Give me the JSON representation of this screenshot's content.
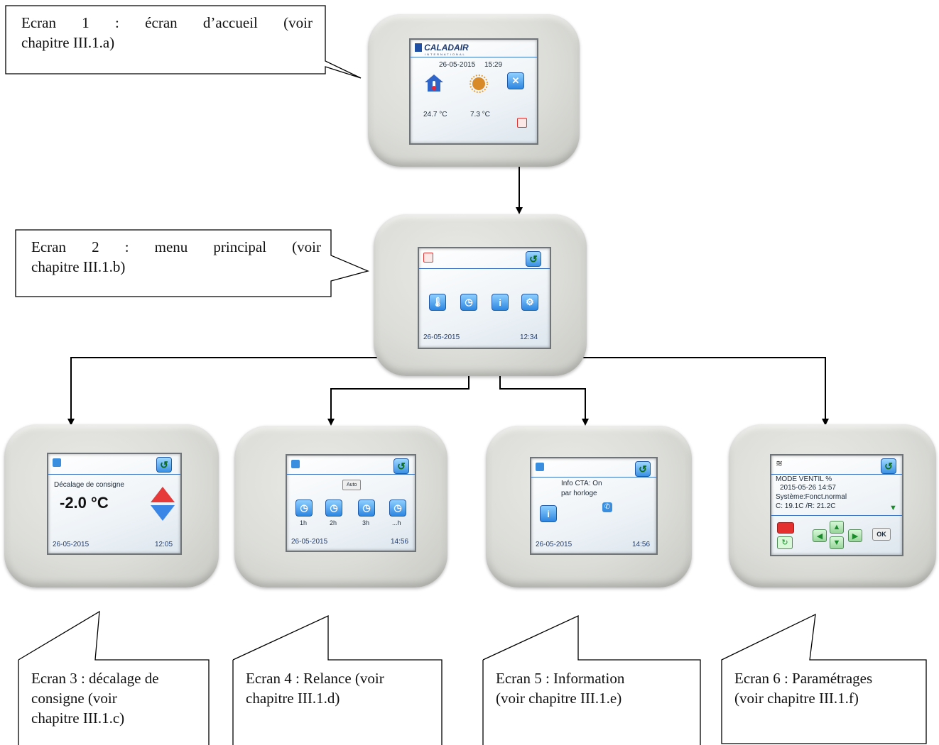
{
  "callouts": {
    "c1": {
      "line1": "Ecran 1 : écran d’accueil (voir",
      "line2": "chapitre III.1.a)"
    },
    "c2": {
      "line1": "Ecran 2 : menu principal (voir",
      "line2": "chapitre III.1.b)"
    },
    "c3": {
      "line1": "Ecran 3 : décalage de",
      "line2": "consigne (voir",
      "line3": "chapitre III.1.c)"
    },
    "c4": {
      "line1": "Ecran 4 : Relance (voir",
      "line2": "chapitre III.1.d)"
    },
    "c5": {
      "line1": "Ecran 5 : Information",
      "line2": "(voir chapitre III.1.e)"
    },
    "c6": {
      "line1": "Ecran 6 : Paramétrages",
      "line2": "(voir chapitre III.1.f)"
    }
  },
  "screen1": {
    "brand": "CALADAIR",
    "brand_sub": "INTERNATIONAL",
    "date": "26-05-2015",
    "time": "15:29",
    "temp_in": "24.7 °C",
    "temp_out": "7.3 °C",
    "icons": [
      "home-thermometer-icon",
      "sun-icon",
      "tools-icon",
      "menu-icon"
    ]
  },
  "screen2": {
    "date": "26-05-2015",
    "time": "12:34",
    "icons": [
      "thermometer-icon",
      "clock-icon",
      "info-icon",
      "settings-icon"
    ]
  },
  "screen3": {
    "title": "Décalage de consigne",
    "value": "-2.0 °C",
    "date": "26-05-2015",
    "time": "12:05"
  },
  "screen4": {
    "auto": "Auto",
    "labels": [
      "1h",
      "2h",
      "3h",
      "...h"
    ],
    "date": "26-05-2015",
    "time": "14:56"
  },
  "screen5": {
    "line1": "Info CTA: On",
    "line2": "par horloge",
    "date": "26-05-2015",
    "time": "14:56"
  },
  "screen6": {
    "line1": "MODE VENTIL %",
    "line2": "2015-05-26 14:57",
    "line3": "Système:Fonct.normal",
    "line4": "C: 19.1C /R: 21.2C",
    "ok": "OK"
  },
  "colors": {
    "accent_blue": "#2d86e0",
    "frame_grey": "#dcddd8",
    "text_blue": "#1d3b73"
  }
}
